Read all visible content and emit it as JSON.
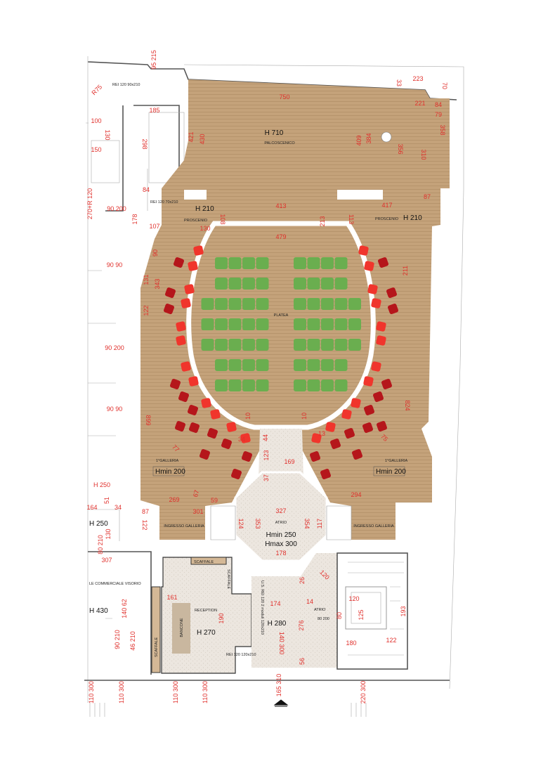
{
  "title": "Theatre floor plan",
  "colors": {
    "wood": "#c4a27a",
    "stone": "#ece6df",
    "seat_platea": "#6aae4f",
    "seat_box": "#f0352c",
    "seat_box_dark": "#b5161b",
    "dimension": "#e0302c"
  },
  "rooms": {
    "stage": "PALCOSCENICO",
    "stage_height": "H 710",
    "proscenio_left": "PROSCENIO",
    "proscenio_right": "PROSCENIO",
    "proscenio_height_left": "H 210",
    "proscenio_height_right": "H 210",
    "platea": "PLATEA",
    "galleria_left": "1°GALLERIA",
    "galleria_right": "1°GALLERIA",
    "galleria_hmin_left": "Hmin 200",
    "galleria_hmin_right": "Hmin 200",
    "ingresso_left": "INGRESSO GALLERIA",
    "ingresso_right": "INGRESSO GALLERIA",
    "atrio": "ATRIO",
    "atrio_hmin": "Hmin 250",
    "atrio_hmax": "Hmax 300",
    "atrio_right": "ATRIO",
    "reception": "RECEPTION",
    "reception_height": "H 270",
    "bancone": "BANCONE",
    "scaffale_top": "SCAFFALE",
    "scaffale_side": "SCAFFALE",
    "scaffale_left": "SCAFFALE",
    "foyer_height": "H 280",
    "commercial": "LE COMMERCIALE VISORIO",
    "left_h250": "H 250",
    "left_h430": "H 430",
    "door_rei_top": "REI 120 90x210",
    "door_rei_proscenio": "REI 120 70x210",
    "door_rei_reception": "REI 120 120x210",
    "door_us": "U.S. REI 120 2 moduli 120x210",
    "door_80_200": "80 200"
  },
  "dimensions": [
    "95 215",
    "R75",
    "750",
    "223",
    "33",
    "70",
    "221",
    "84",
    "79",
    "358",
    "185",
    "100",
    "130",
    "150",
    "298",
    "421",
    "430",
    "409",
    "384",
    "356",
    "310",
    "84",
    "178",
    "90 200",
    "270+R 120",
    "107",
    "413",
    "417",
    "213",
    "113",
    "108",
    "130",
    "87",
    "479",
    "90",
    "131",
    "343",
    "122",
    "211",
    "90 90",
    "90 200",
    "90 90",
    "899",
    "824",
    "77",
    "75",
    "10",
    "10",
    "44",
    "34",
    "13",
    "123",
    "169",
    "37",
    "59",
    "67",
    "269",
    "294",
    "87",
    "164",
    "34",
    "51",
    "130",
    "H 250",
    "80 210",
    "122",
    "301",
    "327",
    "353",
    "354",
    "117",
    "124",
    "178",
    "307",
    "161",
    "190",
    "174",
    "14",
    "276",
    "120",
    "120",
    "125",
    "80",
    "193",
    "180",
    "122",
    "26",
    "56",
    "140 300",
    "90 210",
    "140 62",
    "46 210",
    "110 300",
    "110 300",
    "110 300",
    "110 300",
    "165 310",
    "220 300"
  ]
}
